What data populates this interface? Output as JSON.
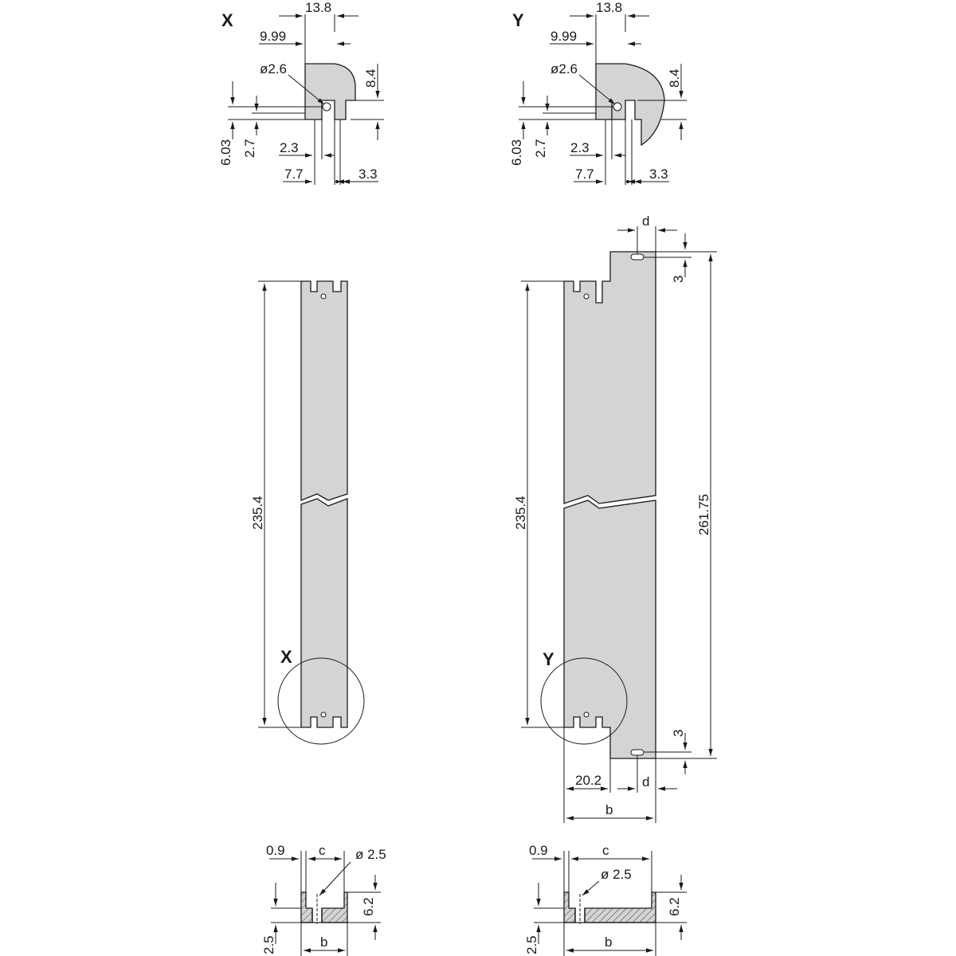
{
  "colors": {
    "part_fill": "#d4d4d4",
    "line": "#1a1a1a",
    "background": "#ffffff"
  },
  "detail_x": {
    "title": "X",
    "dims": {
      "top": "13.8",
      "width": "9.99",
      "hole": "ø2.6",
      "height": "8.4",
      "left_outer": "6.03",
      "left_inner": "2.7",
      "slot": "2.3",
      "offset": "7.7",
      "gap": "3.3"
    }
  },
  "detail_y": {
    "title": "Y",
    "dims": {
      "top": "13.8",
      "width": "9.99",
      "hole": "ø2.6",
      "height": "8.4",
      "left_outer": "6.03",
      "left_inner": "2.7",
      "slot": "2.3",
      "offset": "7.7",
      "gap": "3.3"
    }
  },
  "view_left": {
    "length": "235.4",
    "callout": "X"
  },
  "view_right": {
    "length": "235.4",
    "total": "261.75",
    "callout": "Y",
    "top_offset": "3",
    "bottom_offset": "3",
    "d_top": "d",
    "d_bottom": "d",
    "flange": "20.2",
    "width": "b"
  },
  "section_left": {
    "edge": "0.9",
    "c": "c",
    "hole": "ø 2.5",
    "height": "6.2",
    "thickness": "2.5",
    "b": "b"
  },
  "section_right": {
    "edge": "0.9",
    "c": "c",
    "hole": "ø 2.5",
    "height": "6.2",
    "thickness": "2.5",
    "b": "b"
  }
}
